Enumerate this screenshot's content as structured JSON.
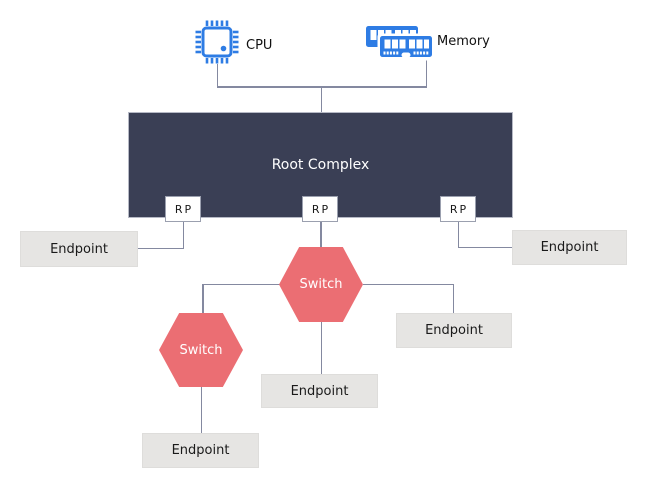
{
  "colors": {
    "icon_blue": "#2e7ce4",
    "root_complex_fill": "#3a3f55",
    "switch_fill": "#eb6e73",
    "endpoint_fill": "#e6e5e3",
    "connector_gray": "#8489a0"
  },
  "nodes": {
    "cpu": {
      "label": "CPU"
    },
    "memory": {
      "label": "Memory"
    },
    "root_complex": {
      "label": "Root Complex"
    },
    "root_ports": [
      {
        "label": "RP"
      },
      {
        "label": "RP"
      },
      {
        "label": "RP"
      }
    ],
    "switches": [
      {
        "label": "Switch"
      },
      {
        "label": "Switch"
      }
    ],
    "endpoints": [
      {
        "label": "Endpoint"
      },
      {
        "label": "Endpoint"
      },
      {
        "label": "Endpoint"
      },
      {
        "label": "Endpoint"
      },
      {
        "label": "Endpoint"
      }
    ]
  }
}
